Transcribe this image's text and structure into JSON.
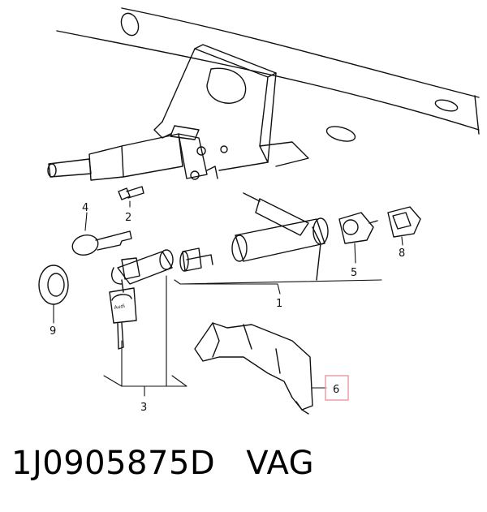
{
  "callouts": {
    "c1": "1",
    "c2": "2",
    "c3": "3",
    "c4": "4",
    "c5": "5",
    "c6": "6",
    "c8": "8",
    "c9": "9"
  },
  "key_brand": "Audi",
  "part_number": "1J0905875D",
  "brand": "VAG",
  "highlight_color": "#e8a0a8"
}
